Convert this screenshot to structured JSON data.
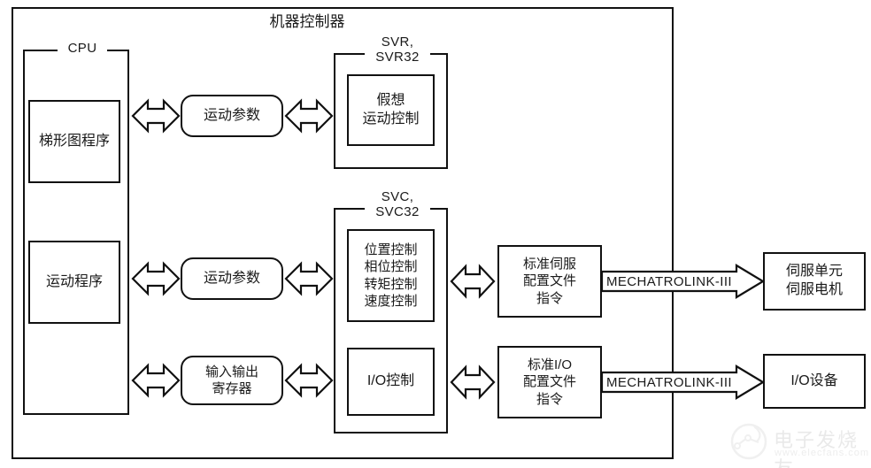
{
  "diagram": {
    "title": "机器控制器",
    "outer_frame": "machine-controller-frame",
    "groups": {
      "cpu": {
        "label": "CPU"
      },
      "svr": {
        "label": "SVR,\nSVR32"
      },
      "svc": {
        "label": "SVC,\nSVC32"
      }
    },
    "blocks": {
      "ladder_program": "梯形图程序",
      "motion_program": "运动程序",
      "virtual_motion_control": "假想\n运动控制",
      "svc_control_modes": "位置控制\n相位控制\n转矩控制\n速度控制",
      "io_control": "I/O控制",
      "standard_servo_profile": "标准伺服\n配置文件\n指令",
      "standard_io_profile": "标准I/O\n配置文件\n指令",
      "servo_unit_motor": "伺服单元\n伺服电机",
      "io_device": "I/O设备"
    },
    "pills": {
      "motion_parameters_top": "运动参数",
      "motion_parameters_mid": "运动参数",
      "io_registers": "输入输出\n寄存器"
    },
    "link_labels": {
      "servo_bus": "MECHATROLINK-III",
      "io_bus": "MECHATROLINK-III"
    },
    "colors": {
      "stroke": "#111111",
      "background": "#ffffff",
      "text": "#1a1a1a"
    }
  },
  "watermark": {
    "brand_cn": "电子发烧友",
    "url": "www.elecfans.com"
  }
}
